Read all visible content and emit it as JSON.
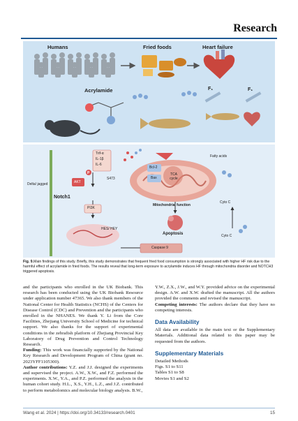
{
  "header": {
    "section": "Research"
  },
  "figure": {
    "panel_top": {
      "humans": "Humans",
      "fried_foods": "Fried foods",
      "heart_failure": "Heart failure",
      "acrylamide": "Acrylamide",
      "f1": "F₁",
      "f1_sub": "F₁"
    },
    "panel_bottom": {
      "delta_jagged": "Delta/ jagged",
      "notch1": "Notch1",
      "trif": "Trif-α",
      "il1b": "IL-1β",
      "il6": "IL-6",
      "akt": "AKT",
      "p": "P",
      "s473": "S473",
      "pi3k": "PI3K",
      "hes_hey": "HES/ HEY",
      "bcl2": "Bcl-2",
      "bax": "Bax",
      "tca_cycle": "TCA cycle",
      "fatty_acids": "Fatty acids",
      "cyto_c": "Cyto C",
      "mito_function": "Mitochondrial function",
      "cyto_c_up": "Cyto C",
      "apoptosis": "Apoptosis",
      "caspase9": "Caspase 9"
    }
  },
  "caption": {
    "label": "Fig. 9.",
    "text": "Main findings of this study. Briefly, this study demonstrates that frequent fried food consumption is strongly associated with higher HF risk due to the harmful effect of acrylamide in fried foods. The results reveal that long-term exposure to acrylamide induces HF through mitochondria disorder and NOTCH3 triggered apoptosis."
  },
  "left_column": {
    "p1": "and the participants who enrolled in the UK Biobank. This research has been conducted using the UK Biobank Resource under application number 47365. We also thank members of the National Center for Health Statistics (NCHS) of the Centers for Disease Control (CDC) and Prevention and the participants who enrolled in the NHANES. We thank Y. Li from the Core Facilities, Zhejiang University School of Medicine for technical support. We also thanks for the support of experimental conditions in the zebrafish platform of Zhejiang Provincial Key Laboratory of Drug Prevention and Control Technology Research.",
    "funding_label": "Funding:",
    "funding_text": " This work was financially supported by the National Key Research and Development Program of China (grant no. 2023YFF1105300).",
    "author_label": "Author contributions:",
    "author_text": " Y.Z. and J.J. designed the experiments and supervised the project. A.W., X.W., and F.Z. performed the experiments. X.W., Y.A., and P.Z. performed the analysis in the human cohort study. H.L., X.S., Y.H., L.Z., and J.Z. contributed to perform metabolomics and molecular biology analysis. B.W.,"
  },
  "right_column": {
    "p1": "Y.W., Z.X., J.W., and W.Y. provided advice on the experimental design. A.W. and X.W. drafted the manuscript. All the authors provided the comments and revised the manuscript.",
    "competing_label": "Competing interests:",
    "competing_text": " The authors declare that they have no competing interests.",
    "data_heading": "Data Availability",
    "data_text": "All data are available in the main text or the Supplementary Materials. Additional data related to this paper may be requested from the authors.",
    "supp_heading": "Supplementary Materials",
    "supp_items": [
      "Detailed Methods",
      "Figs. S1 to S11",
      "Tables S1 to S8",
      "Movies S1 and S2"
    ]
  },
  "footer": {
    "citation": "Wang et al. 2024 | https://doi.org/10.34133/research.0401",
    "page": "15"
  }
}
